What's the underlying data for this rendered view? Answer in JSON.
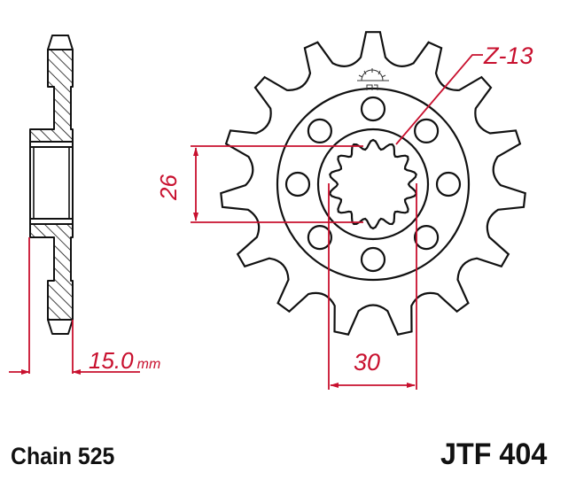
{
  "title": "Front sprocket technical drawing",
  "part": {
    "number": "JTF 404",
    "chain": "Chain 525"
  },
  "dimensions": {
    "teeth": "Z-13",
    "spline_height": "26",
    "spline_width": "30",
    "offset_value": "15.0",
    "offset_unit": "mm"
  },
  "colors": {
    "dimension_lines": "#c8102e",
    "outline": "#111111",
    "background": "#ffffff"
  },
  "geometry": {
    "tooth_count_drawn": 15,
    "bolt_holes": 8,
    "spline_teeth": 14
  },
  "icons": {
    "logo": "sun-logo-icon"
  }
}
